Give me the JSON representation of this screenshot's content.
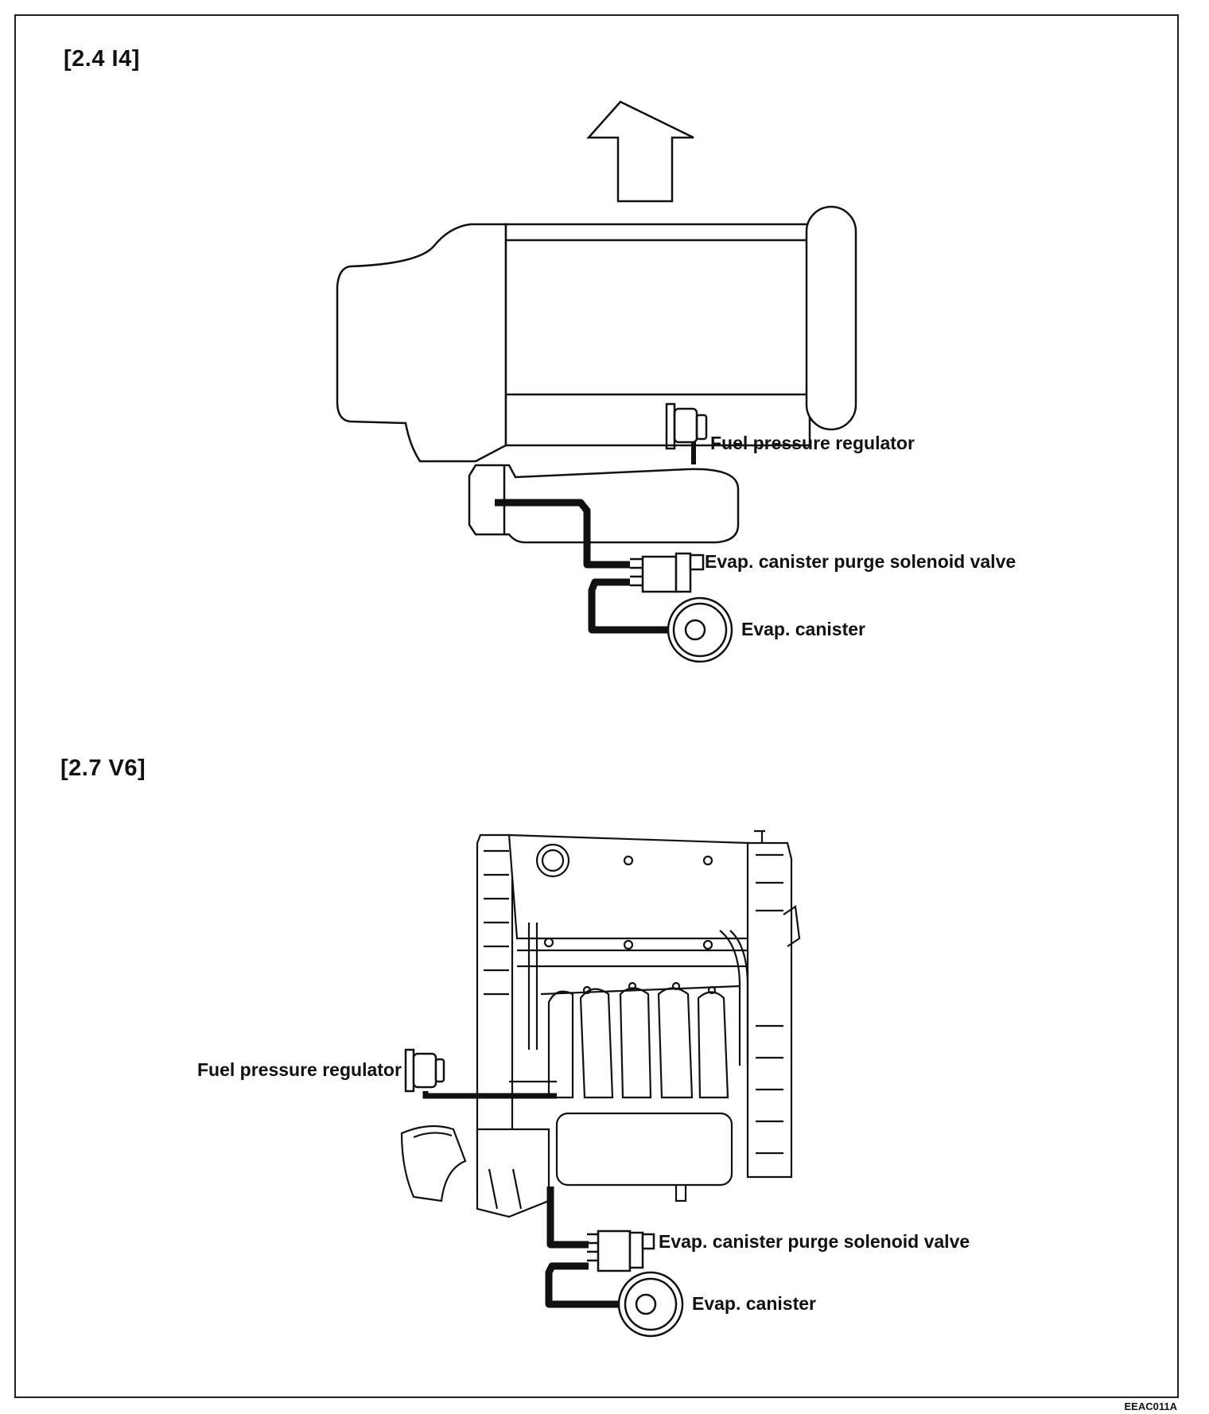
{
  "sections": [
    {
      "title": "[2.4 I4]",
      "labels": {
        "fuel_pressure_regulator": "Fuel pressure regulator",
        "purge_solenoid_valve": "Evap. canister purge solenoid valve",
        "evap_canister": "Evap. canister"
      }
    },
    {
      "title": "[2.7 V6]",
      "labels": {
        "fuel_pressure_regulator": "Fuel pressure regulator",
        "purge_solenoid_valve": "Evap. canister purge solenoid valve",
        "evap_canister": "Evap. canister"
      }
    }
  ],
  "figure_code": "EEAC011A"
}
